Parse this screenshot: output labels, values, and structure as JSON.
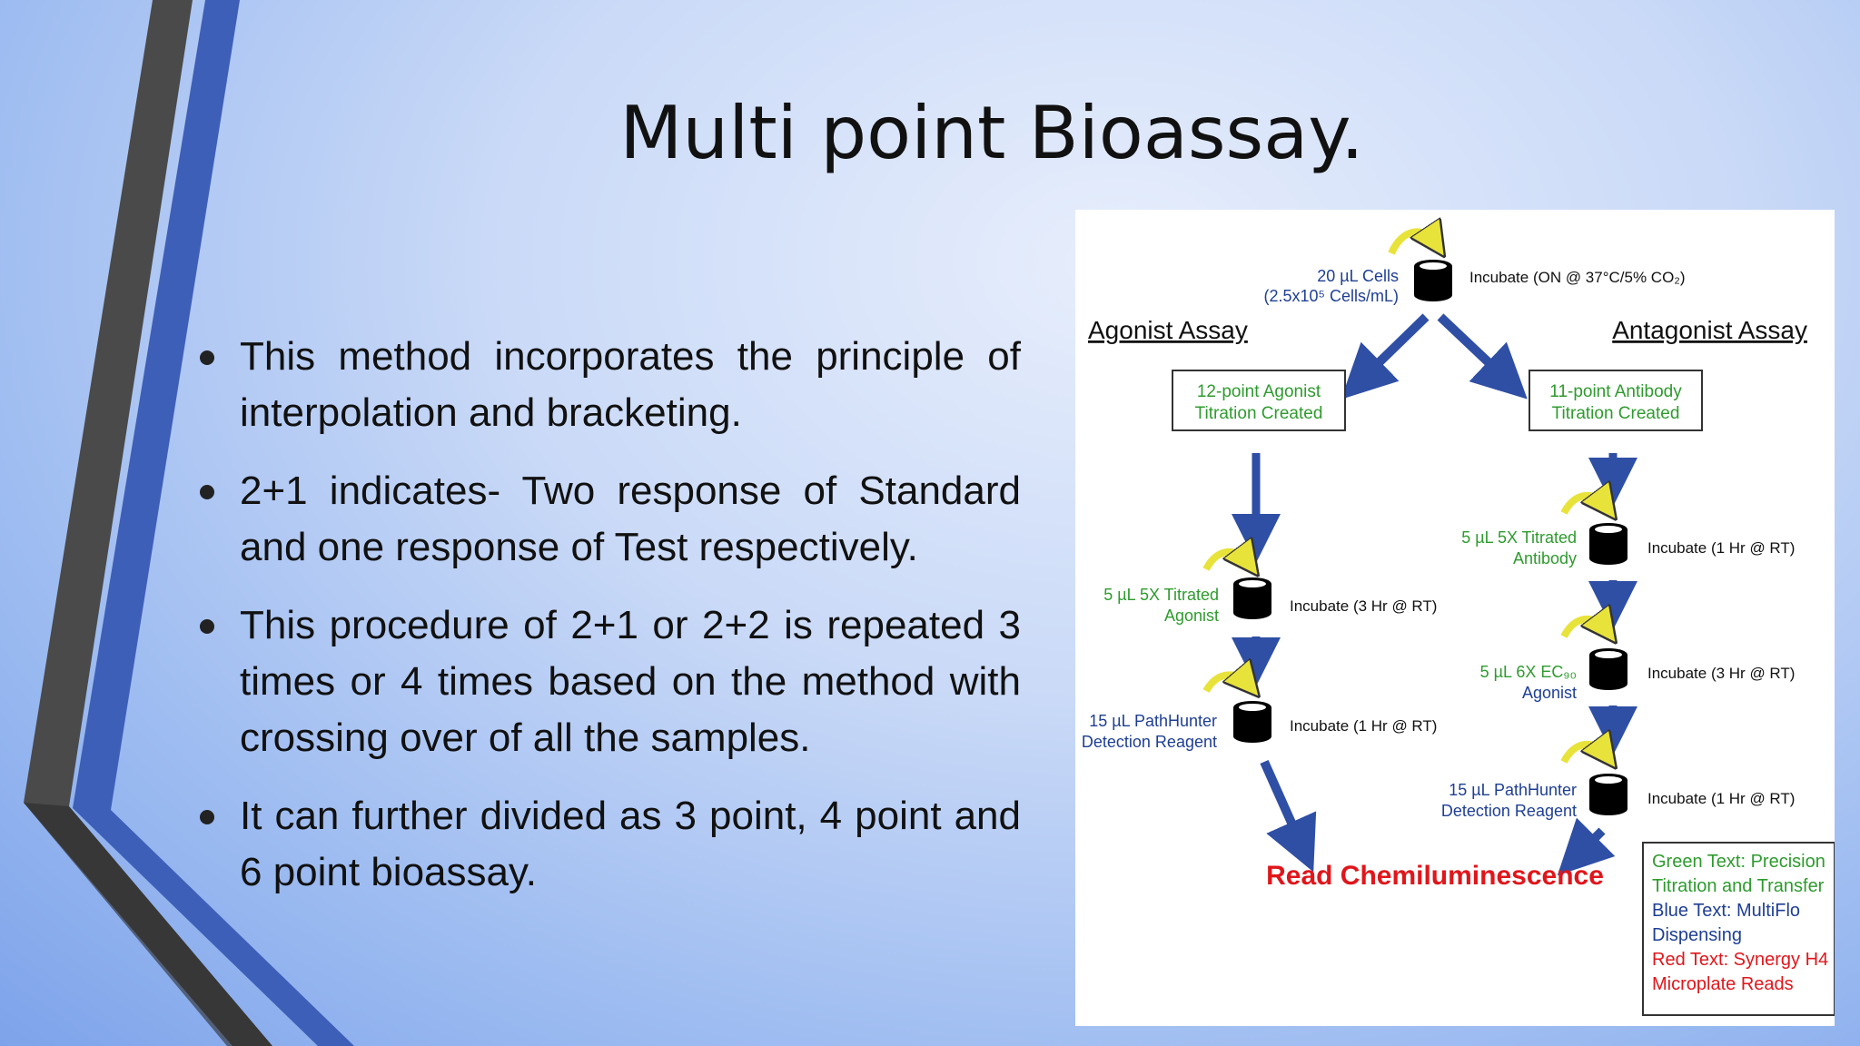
{
  "slide": {
    "title": "Multi point Bioassay.",
    "bullets": [
      "This method incorporates the principle of interpolation and bracketing.",
      "2+1 indicates- Two response of Standard and one response of Test respectively.",
      "This procedure of 2+1 or 2+2 is repeated 3 times or 4 times based on the method with crossing over of all the samples.",
      "It can further divided as 3 point, 4 point and 6 point bioassay."
    ]
  },
  "diagram": {
    "top_cells_line1": "20 µL Cells",
    "top_cells_line2": "(2.5x10⁵ Cells/mL)",
    "top_incubate": "Incubate (ON @ 37°C/5% CO₂)",
    "agonist_heading": "Agonist Assay",
    "antagonist_heading": "Antagonist Assay",
    "agonist_box_line1": "12-point Agonist",
    "agonist_box_line2": "Titration Created",
    "antagonist_box_line1": "11-point Antibody",
    "antagonist_box_line2": "Titration Created",
    "ag_step1_line1": "5 µL 5X Titrated",
    "ag_step1_line2": "Agonist",
    "ag_step1_incubate": "Incubate (3 Hr @ RT)",
    "ag_step2_line1": "15 µL PathHunter",
    "ag_step2_line2": "Detection Reagent",
    "ag_step2_incubate": "Incubate (1 Hr @ RT)",
    "an_step1_line1": "5 µL 5X Titrated",
    "an_step1_line2": "Antibody",
    "an_step1_incubate": "Incubate (1 Hr @ RT)",
    "an_step2_line1": "5 µL 6X EC₉₀",
    "an_step2_line2": "Agonist",
    "an_step2_incubate": "Incubate (3 Hr @ RT)",
    "an_step3_line1": "15 µL PathHunter",
    "an_step3_line2": "Detection Reagent",
    "an_step3_incubate": "Incubate (1 Hr @ RT)",
    "read": "Read Chemiluminescence",
    "legend": [
      "Green Text: Precision",
      "Titration and Transfer",
      "Blue Text: MultiFlo",
      "Dispensing",
      "Red Text: Synergy H4",
      "Microplate Reads"
    ],
    "colors": {
      "green": "#2e9b2e",
      "blue": "#1f3f93",
      "red": "#e0161b",
      "arrow": "#2f4fa5",
      "yellow": "#e8e33a",
      "stripe_dark": "#4a4a4a",
      "stripe_blue": "#3e5fb8"
    }
  }
}
